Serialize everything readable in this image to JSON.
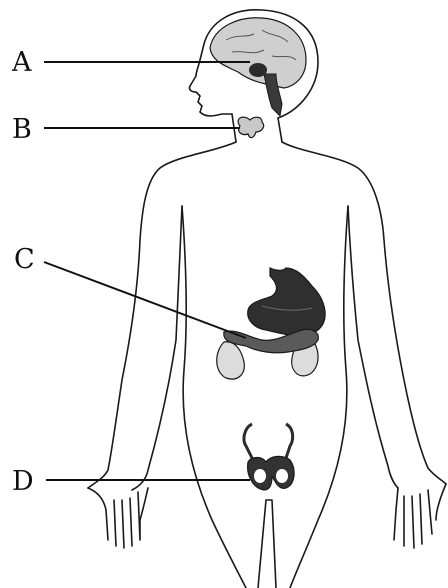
{
  "labels": {
    "a": "A",
    "b": "B",
    "c": "C",
    "d": "D"
  },
  "colors": {
    "ink": "#111111",
    "organ_dark": "#2b2b2b",
    "organ_mid": "#8a8a8a",
    "organ_light": "#d4d4d4"
  }
}
